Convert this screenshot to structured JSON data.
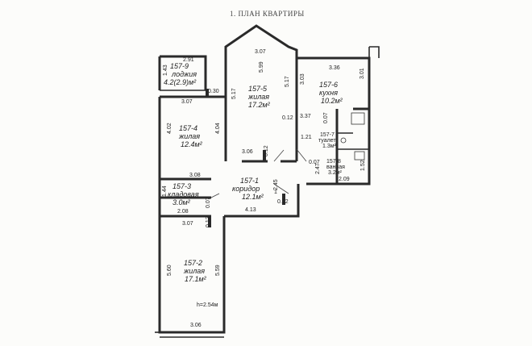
{
  "title": "1. ПЛАН КВАРТИРЫ",
  "rooms": [
    {
      "id": "157-9",
      "name": "лоджия",
      "area": "4.2(2.9)м²"
    },
    {
      "id": "157-5",
      "name": "жилая",
      "area": "17.2м²"
    },
    {
      "id": "157-6",
      "name": "кухня",
      "area": "10.2м²"
    },
    {
      "id": "157-4",
      "name": "жилая",
      "area": "12.4м²"
    },
    {
      "id": "157-7",
      "name": "туалет",
      "area": "1.3м²"
    },
    {
      "id": "157-8",
      "name": "ванная",
      "area": "3.2м²"
    },
    {
      "id": "157-1",
      "name": "коридор",
      "area": "12.1м²"
    },
    {
      "id": "157-3",
      "name": "кладовая",
      "area": "3.0м²"
    },
    {
      "id": "157-2",
      "name": "жилая",
      "area": "17.1м²"
    }
  ],
  "dims": {
    "d291": "2.91",
    "d143": "1.43",
    "d030": "0.30",
    "d307a": "3.07",
    "d307top": "3.07",
    "d599": "5.99",
    "d517a": "5.17",
    "d517b": "5.17",
    "d303": "3.03",
    "d336": "3.36",
    "d301": "3.01",
    "d402": "4.02",
    "d404": "4.04",
    "d012a": "0.12",
    "d337": "3.37",
    "d007a": "0.07",
    "d121": "1.21",
    "d306": "3.06",
    "d012b": "0.12",
    "d007b": "0.07",
    "d247": "2.47",
    "d209": "2.09",
    "d152": "1.52",
    "d308": "3.08",
    "d245": "2.45",
    "d1": "1",
    "d144": "1.44",
    "d007c": "0.07",
    "d208": "2.08",
    "d012c": "0.12",
    "d413": "4.13",
    "d012d": "0.12",
    "d307b": "3.07",
    "d012e": "0.12",
    "d560": "5.60",
    "d559": "5.59",
    "d306b": "3.06",
    "height": "h=2.54м"
  }
}
